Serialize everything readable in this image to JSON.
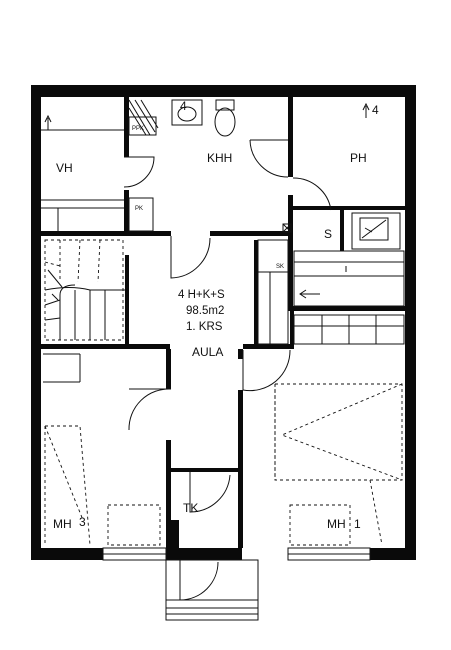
{
  "plan": {
    "rooms": {
      "vh": "VH",
      "khh": "KHH",
      "ph": "PH",
      "s": "S",
      "mh_left": "MH",
      "mh_right": "MH",
      "tk": "TK",
      "aula": "AULA"
    },
    "info": {
      "layout": "4 H+K+S",
      "area": "98.5m2",
      "floor": "1. KRS"
    },
    "small_labels": {
      "ppk": "PPK",
      "pk": "PK",
      "sk": "SK"
    },
    "markers": {
      "khh_number": "4",
      "ph_number": "4",
      "mh_left_number": "3",
      "mh_right_number": "1"
    }
  }
}
